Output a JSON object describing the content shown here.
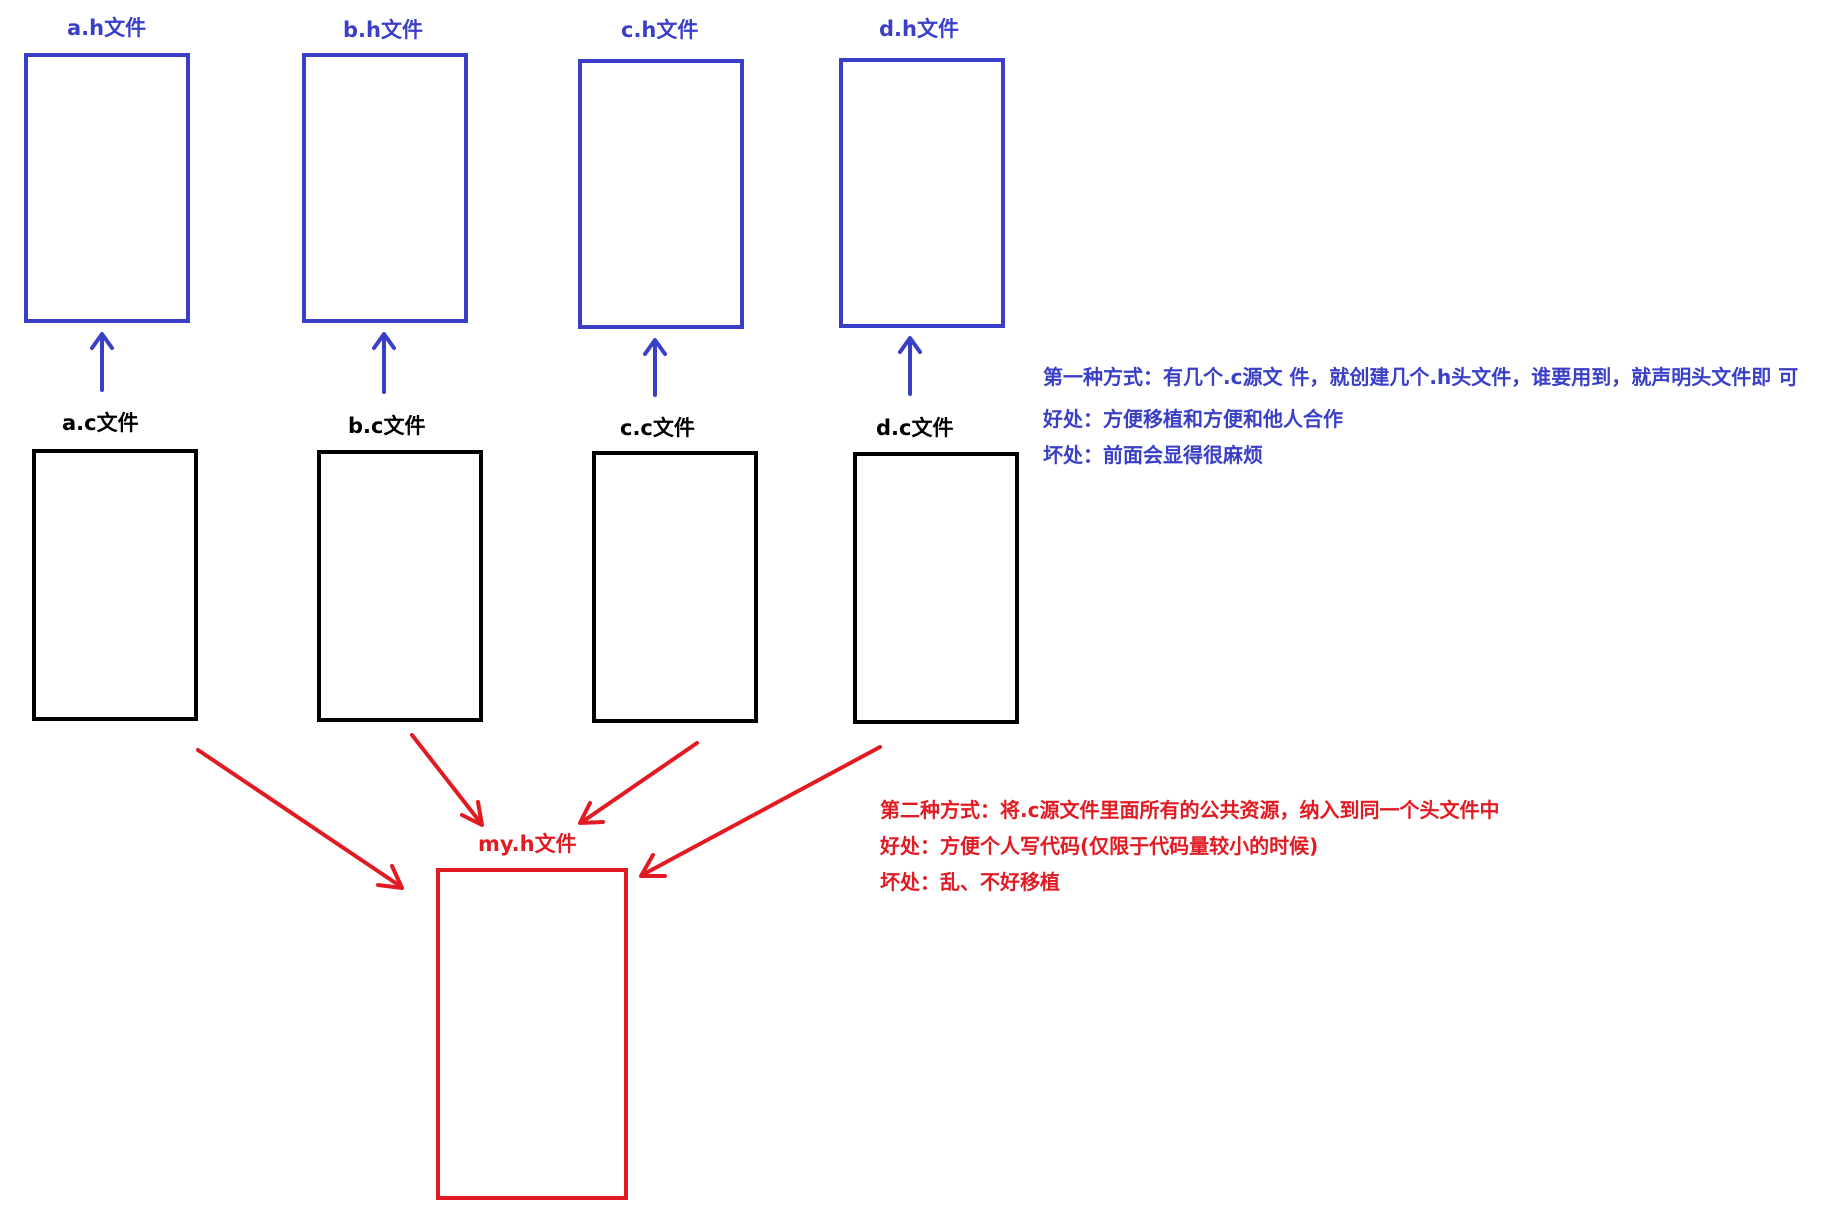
{
  "headers": [
    {
      "label": "a.h文件"
    },
    {
      "label": "b.h文件"
    },
    {
      "label": "c.h文件"
    },
    {
      "label": "d.h文件"
    }
  ],
  "sources": [
    {
      "label": "a.c文件"
    },
    {
      "label": "b.c文件"
    },
    {
      "label": "c.c文件"
    },
    {
      "label": "d.c文件"
    }
  ],
  "shared_header": {
    "label": "my.h文件"
  },
  "method1": {
    "title": "第一种方式：有几个.c源文 件，就创建几个.h头文件，谁要用到，就声明头文件即 可",
    "pros": "好处：方便移植和方便和他人合作",
    "cons": "坏处：前面会显得很麻烦"
  },
  "method2": {
    "title": "第二种方式：将.c源文件里面所有的公共资源，纳入到同一个头文件中",
    "pros": "好处：方便个人写代码(仅限于代码量较小的时候)",
    "cons": "坏处：乱、不好移植"
  },
  "colors": {
    "blue": "#3a3fc8",
    "red": "#e21b23",
    "black": "#000000"
  }
}
